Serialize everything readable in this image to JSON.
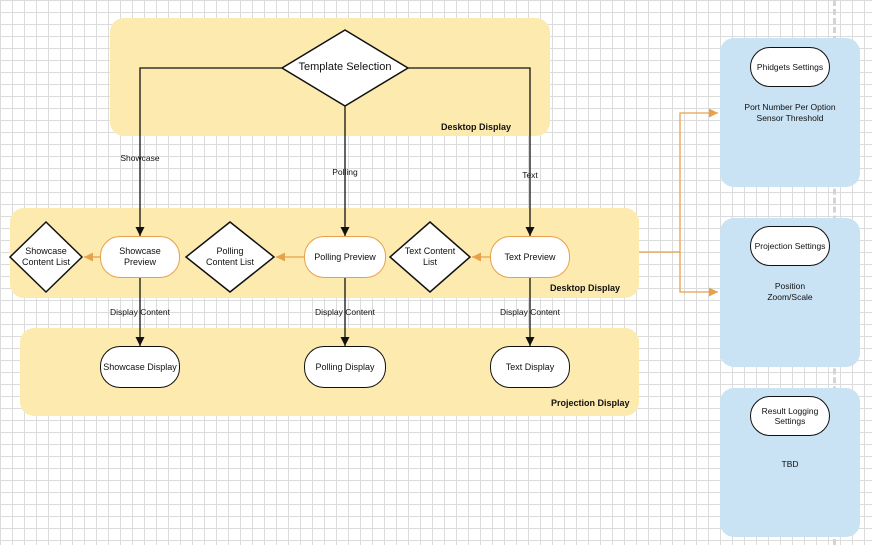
{
  "regions": {
    "desktop_top": "Desktop Display",
    "desktop_middle": "Desktop Display",
    "projection": "Projection Display"
  },
  "nodes": {
    "template_selection": "Template Selection",
    "showcase_preview": "Showcase Preview",
    "polling_preview": "Polling Preview",
    "text_preview": "Text Preview",
    "showcase_content_list": "Showcase Content List",
    "polling_content_list": "Polling Content List",
    "text_content_list": "Text Content List",
    "showcase_display": "Showcase Display",
    "polling_display": "Polling Display",
    "text_display": "Text Display"
  },
  "edges": {
    "showcase": "Showcase",
    "polling": "Polling",
    "text": "Text",
    "display_content_1": "Display Content",
    "display_content_2": "Display Content",
    "display_content_3": "Display Content"
  },
  "panels": {
    "phidgets": {
      "title": "Phidgets Settings",
      "line1": "Port Number Per Option",
      "line2": "Sensor Threshold"
    },
    "projection": {
      "title": "Projection Settings",
      "line1": "Position",
      "line2": "Zoom/Scale"
    },
    "result_logging": {
      "title": "Result Logging Settings",
      "line1": "TBD"
    }
  },
  "colors": {
    "region_fill": "#fdeaae",
    "panel_fill": "#c9e2f4",
    "accent_orange": "#e8a04a",
    "line": "#111111"
  }
}
